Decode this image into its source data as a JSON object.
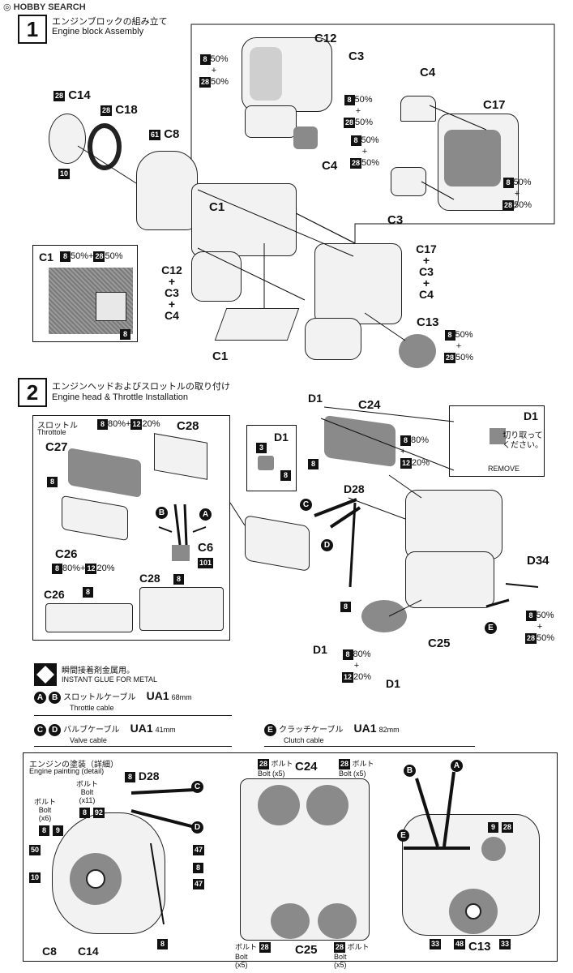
{
  "watermark": "HOBBY SEARCH",
  "step1": {
    "number": "1",
    "title_jp": "エンジンブロックの組み立て",
    "title_en": "Engine block Assembly",
    "labels": {
      "c12_top": "C12",
      "c3_top": "C3",
      "c4_top": "C4",
      "c4_mid": "C4",
      "c17": "C17",
      "c3_right": "C3",
      "c14": "C14",
      "c18": "C18",
      "c8": "C8",
      "c1_main": "C1",
      "c1_bottom": "C1",
      "c1_inset": "C1",
      "c12_stack": "C12\n+\nC3\n+\nC4",
      "c17_stack": "C17\n+\nC3\n+\nC4",
      "c13": "C13"
    },
    "badges": {
      "c14_num": "28",
      "c18_num": "28",
      "c8_num": "61",
      "ring_num": "10",
      "inset_num": "8"
    },
    "mix_8": "8",
    "mix_28": "28",
    "pct_50": "50%",
    "plus": "+"
  },
  "step2": {
    "number": "2",
    "title_jp": "エンジンヘッドおよびスロットルの取り付け",
    "title_en": "Engine head & Throttle Installation",
    "throttle_jp": "スロットル",
    "throttle_en": "Throttole",
    "labels": {
      "c27": "C27",
      "c28_top": "C28",
      "c26": "C26",
      "c26_bottom": "C26",
      "c28_bottom": "C28",
      "c6": "C6",
      "d1_box": "D1",
      "d1_top": "D1",
      "c24": "C24",
      "d28": "D28",
      "d34": "D34",
      "c25": "C25",
      "d1_left": "D1",
      "d1_bottom": "D1",
      "d1_remove": "D1"
    },
    "badges": {
      "b8": "8",
      "b12": "12",
      "b3": "3",
      "b101": "101"
    },
    "pct_80": "80%",
    "pct_20": "20%",
    "pct_50": "50%",
    "plus": "+",
    "remove_jp": "切り取って\nください。",
    "remove_en": "REMOVE",
    "circles": {
      "A": "A",
      "B": "B",
      "C": "C",
      "D": "D",
      "E": "E"
    }
  },
  "legend": {
    "glue_jp": "瞬間接着剤金属用。",
    "glue_en": "INSTANT GLUE FOR METAL",
    "ab_jp": "スロットルケーブル",
    "ab_en": "Throttle cable",
    "ab_code": "UA1",
    "ab_len": "68mm",
    "cd_jp": "バルブケーブル",
    "cd_en": "Valve cable",
    "cd_code": "UA1",
    "cd_len": "41mm",
    "e_jp": "クラッチケーブル",
    "e_en": "Clutch cable",
    "e_code": "UA1",
    "e_len": "82mm"
  },
  "detail": {
    "title_jp": "エンジンの塗装（詳細）",
    "title_en": "Engine painting (detail)",
    "bolt_jp": "ボルト",
    "bolt_en": "Bolt",
    "x11": "(x11)",
    "x6": "(x6)",
    "x5": "(x5)",
    "labels": {
      "d28": "D28",
      "c8": "C8",
      "c14": "C14",
      "c24": "C24",
      "c25": "C25",
      "c13": "C13"
    },
    "nums": {
      "n8": "8",
      "n9": "9",
      "n92": "92",
      "n50": "50",
      "n10": "10",
      "n47": "47",
      "n28": "28",
      "n33": "33",
      "n48": "48"
    }
  }
}
